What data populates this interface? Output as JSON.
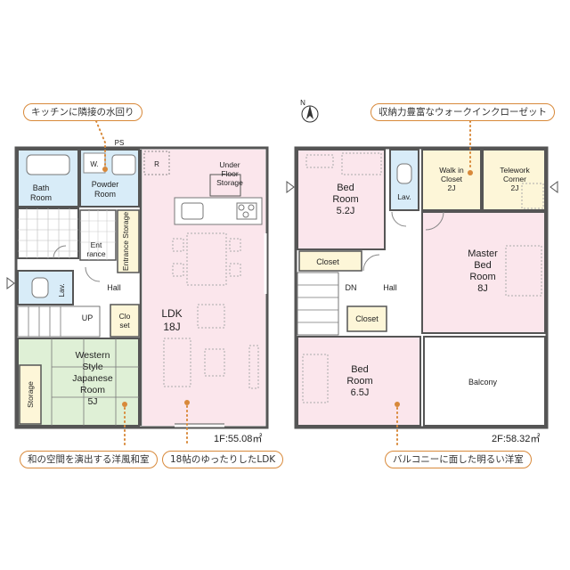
{
  "callouts": {
    "kitchen_water": "キッチンに隣接の水回り",
    "walkin_storage": "収納力豊富なウォークインクローゼット",
    "japanese_room": "和の空間を演出する洋風和室",
    "ldk": "18帖のゆったりしたLDK",
    "balcony_room": "バルコニーに面した明るい洋室"
  },
  "floor1": {
    "area_label": "1F:55.08㎡",
    "rooms": {
      "bath": [
        "Bath",
        "Room"
      ],
      "powder": [
        "Powder",
        "Room"
      ],
      "w_mark": "W.",
      "ps": "PS",
      "r_mark": "R",
      "under_floor": [
        "Under",
        "Floor",
        "Storage"
      ],
      "ent": [
        "Ent",
        "rance"
      ],
      "entrance_storage": "Entrance Storage",
      "lav": "Lav.",
      "hall": "Hall",
      "up": "UP",
      "closet": [
        "Clo",
        "set"
      ],
      "ldk": [
        "LDK",
        "18J"
      ],
      "western": [
        "Western",
        "Style",
        "Japanese",
        "Room",
        "5J"
      ],
      "storage": "Storage"
    }
  },
  "floor2": {
    "area_label": "2F:58.32㎡",
    "rooms": {
      "bed52": [
        "Bed",
        "Room",
        "5.2J"
      ],
      "closet_a": "Closet",
      "lav": "Lav.",
      "walkin": [
        "Walk in",
        "Closet",
        "2J"
      ],
      "telework": [
        "Telework",
        "Corner",
        "2J"
      ],
      "master": [
        "Master",
        "Bed",
        "Room",
        "8J"
      ],
      "dn": "DN",
      "hall": "Hall",
      "closet_b": "Closet",
      "bed65": [
        "Bed",
        "Room",
        "6.5J"
      ],
      "balcony": "Balcony"
    }
  },
  "compass": {
    "north": "N"
  },
  "colors": {
    "pink": "#fbe6ec",
    "blue": "#d8ecf8",
    "green": "#dff0d6",
    "cream": "#fdf6d8",
    "wall": "#555555",
    "callout_border": "#d8893a",
    "dot": "#d8893a"
  }
}
